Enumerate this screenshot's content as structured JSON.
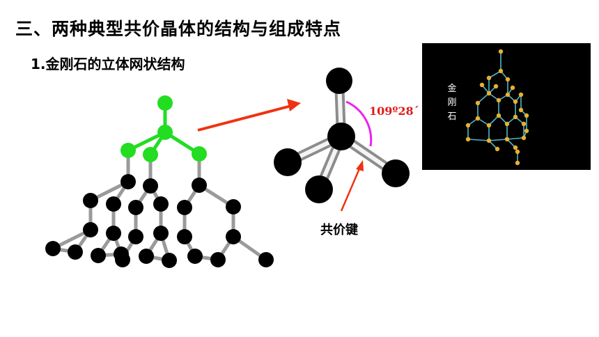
{
  "slide": {
    "title": "三、两种典型共价晶体的结构与组成特点",
    "subtitle": "1.金刚石的立体网状结构"
  },
  "tetrahedron": {
    "angle_label": "109º28´",
    "bond_label": "共价键"
  },
  "photo": {
    "label": "金刚石"
  },
  "colors": {
    "atom_black": "#000000",
    "atom_green": "#22dd22",
    "arrow_red": "#ee3311",
    "angle_arc": "#ee22ee",
    "photo_bond": "#4fb8c8",
    "photo_atom": "#e8b030"
  }
}
